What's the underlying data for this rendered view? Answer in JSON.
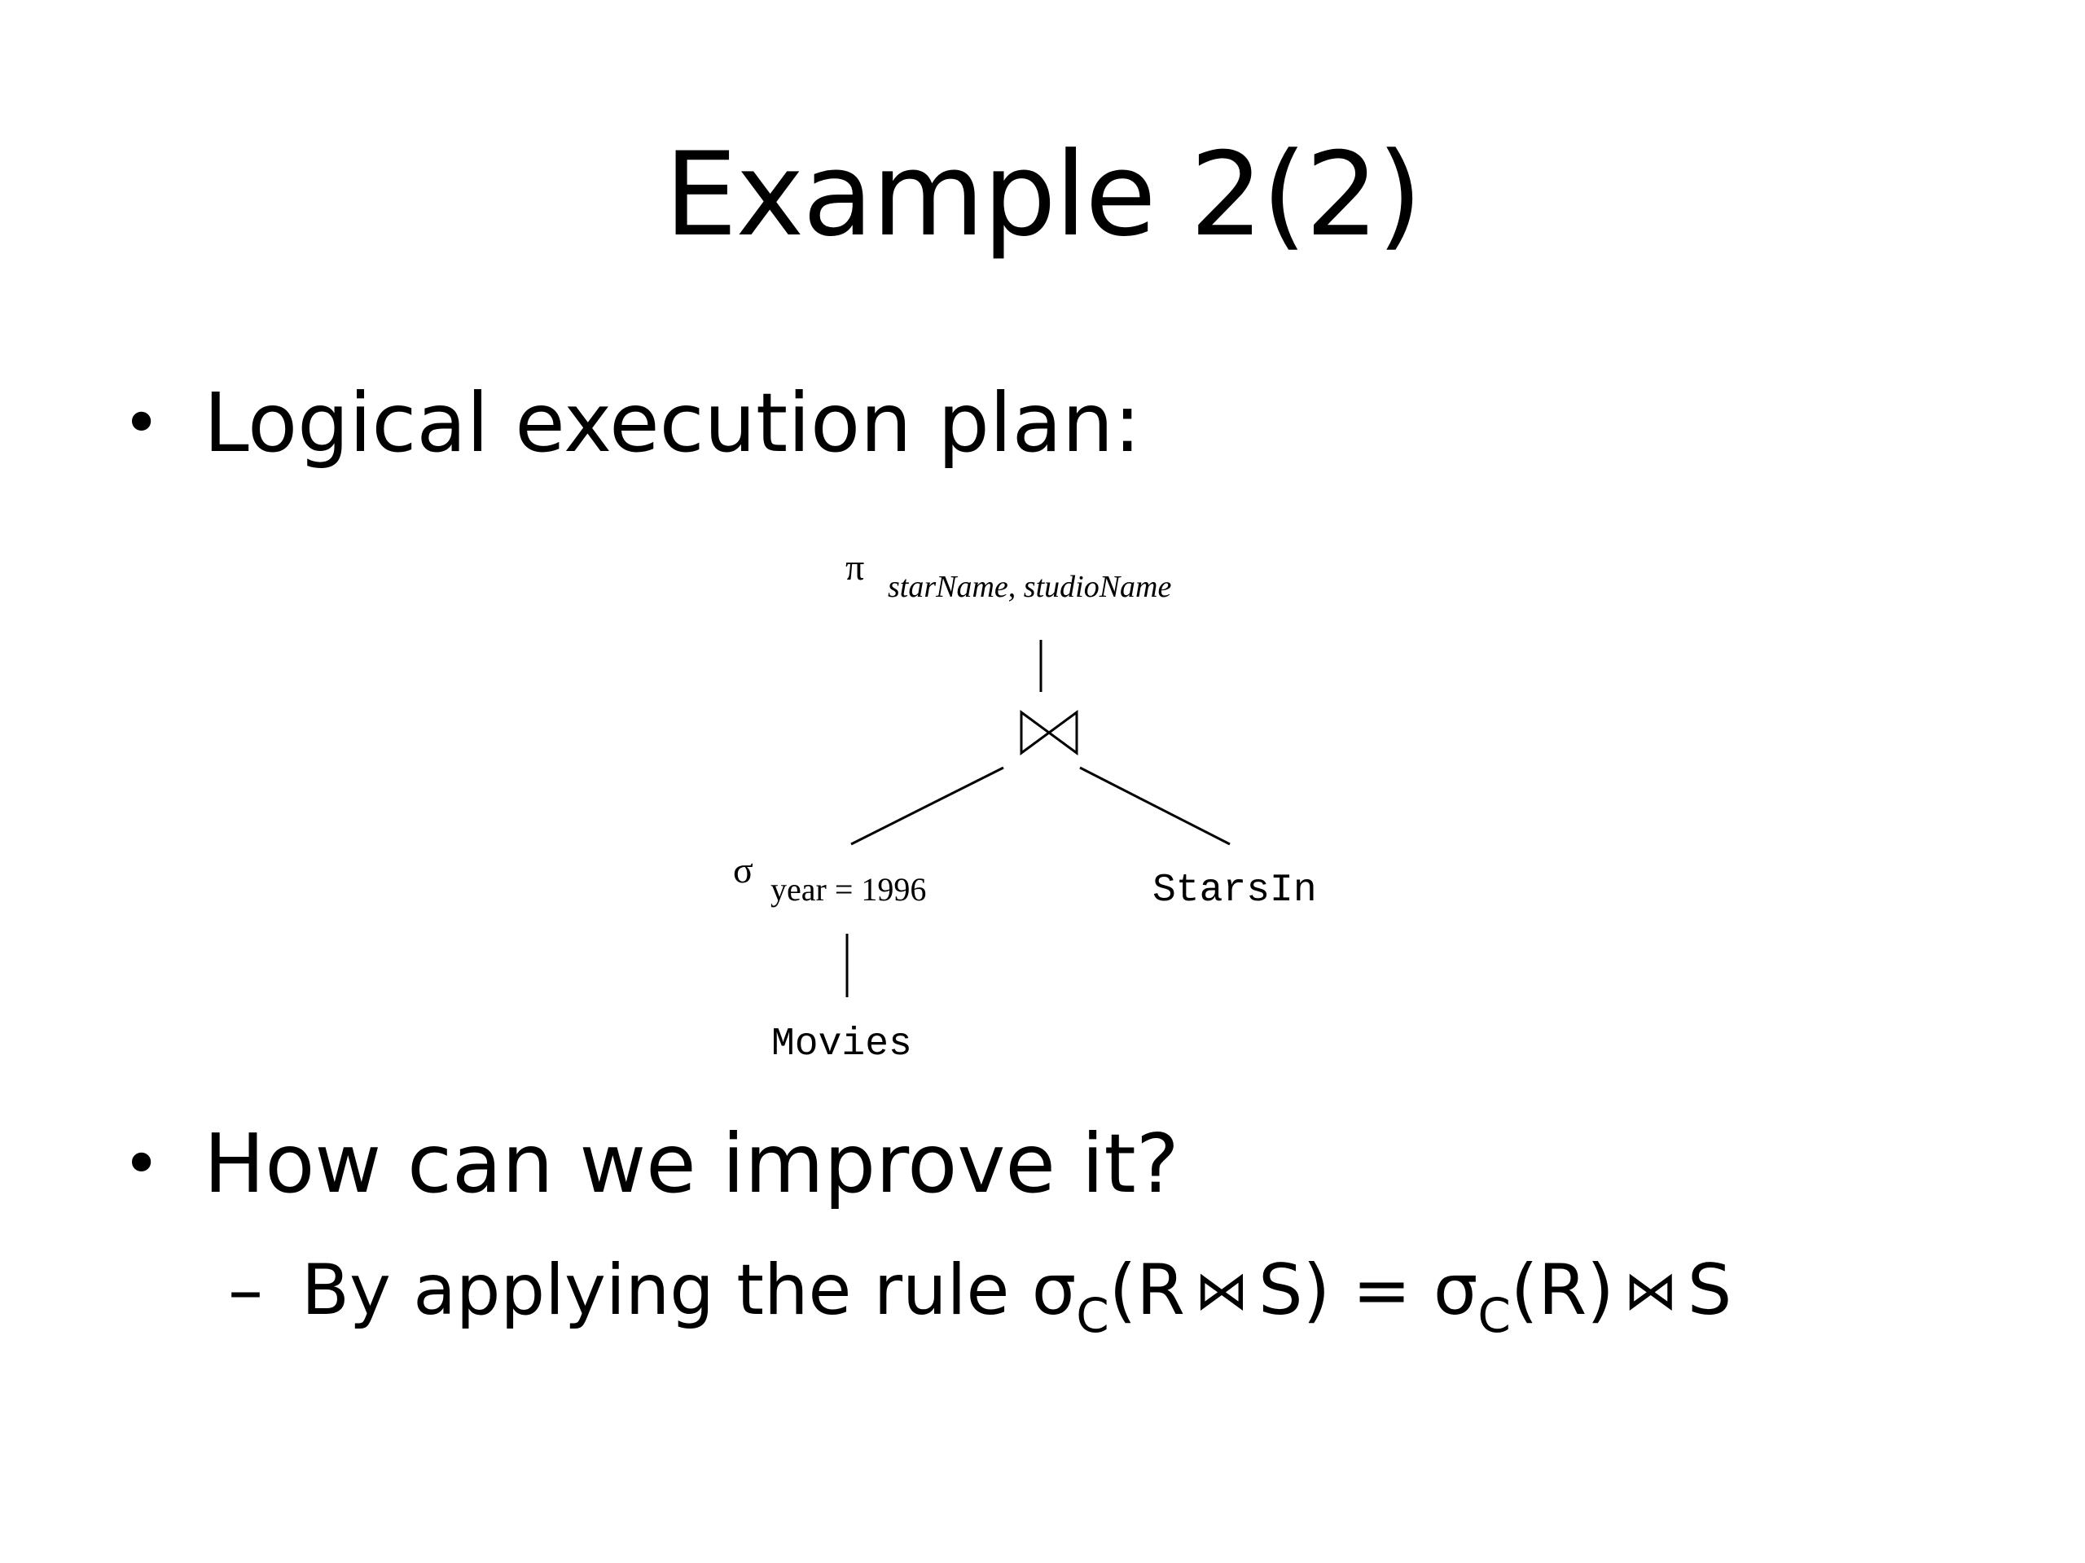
{
  "slide": {
    "title": "Example 2(2)"
  },
  "bullets": [
    {
      "marker": "•",
      "text": "Logical execution plan:"
    },
    {
      "marker": "•",
      "text": "How can we improve it?"
    }
  ],
  "sub_bullet": {
    "marker": "–",
    "prefix": "By applying the rule σ",
    "sub1": "C",
    "mid1": "(R",
    "join1": "⋈",
    "mid2": "S) = σ",
    "sub2": "C",
    "mid3": "(R)",
    "join2": "⋈",
    "suffix": "S"
  },
  "plan_tree": {
    "projection": {
      "symbol": "π",
      "subscript": "starName, studioName"
    },
    "join": {
      "symbol": "⋈"
    },
    "selection": {
      "symbol": "σ",
      "subscript": "year = 1996"
    },
    "left_relation": "Movies",
    "right_relation": "StarsIn"
  }
}
